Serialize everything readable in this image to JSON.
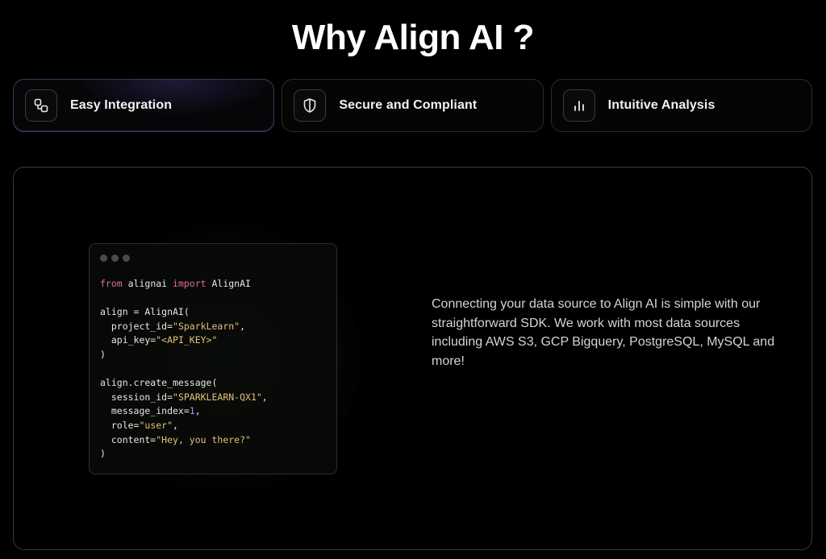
{
  "page": {
    "title": "Why Align AI ?"
  },
  "tabs": [
    {
      "label": "Easy Integration",
      "icon": "integration-icon",
      "active": true
    },
    {
      "label": "Secure and Compliant",
      "icon": "shield-icon",
      "active": false
    },
    {
      "label": "Intuitive Analysis",
      "icon": "bar-chart-icon",
      "active": false
    }
  ],
  "panel": {
    "description": "Connecting your data source to Align AI is simple with our straightforward SDK. We work with most data sources including AWS S3, GCP Bigquery, PostgreSQL, MySQL and more!",
    "code": {
      "l1_from": "from",
      "l1_module": " alignai ",
      "l1_import": "import",
      "l1_name": " AlignAI",
      "l3": "align = AlignAI(",
      "l4_key": "  project_id=",
      "l4_val": "\"SparkLearn\"",
      "l4_end": ",",
      "l5_key": "  api_key=",
      "l5_val": "\"<API_KEY>\"",
      "l6": ")",
      "l8": "align.create_message(",
      "l9_key": "  session_id=",
      "l9_val": "\"SPARKLEARN-QX1\"",
      "l9_end": ",",
      "l10_key": "  message_index=",
      "l10_val": "1",
      "l10_end": ",",
      "l11_key": "  role=",
      "l11_val": "\"user\"",
      "l11_end": ",",
      "l12_key": "  content=",
      "l12_val": "\"Hey, you there?\"",
      "l13": ")"
    }
  },
  "colors": {
    "background": "#000000",
    "keyword": "#e06c9f",
    "string": "#e5c07b",
    "number": "#b58cff",
    "active_tab_glow": "#5f50aa"
  }
}
